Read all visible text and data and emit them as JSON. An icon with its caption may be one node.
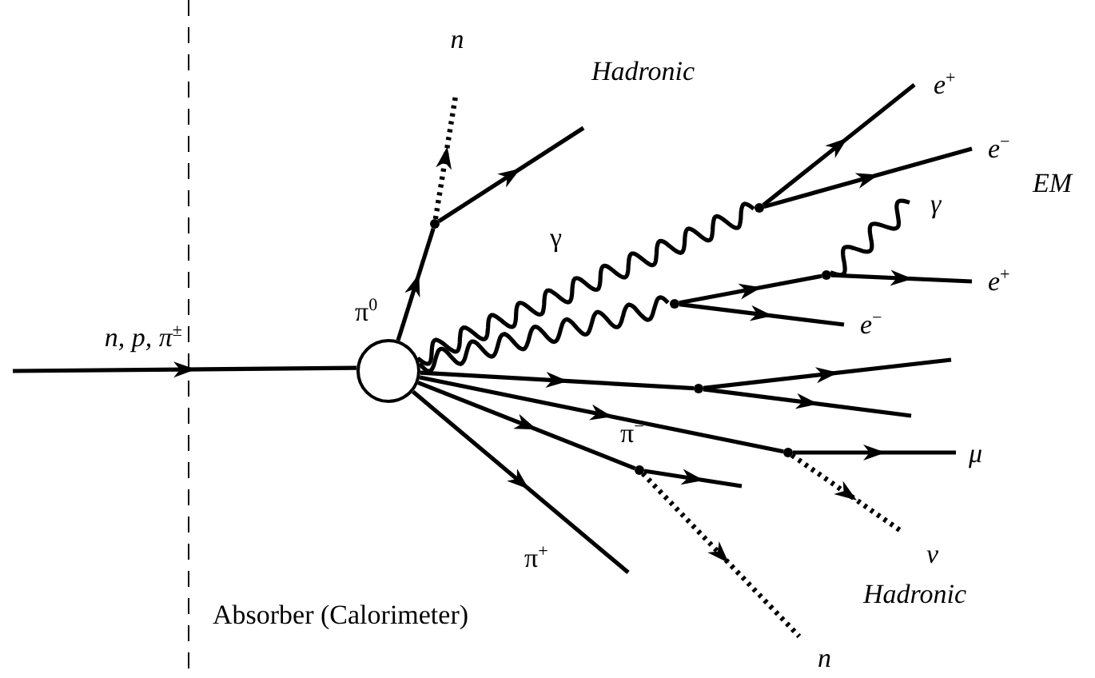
{
  "diagram": {
    "nodes": [
      {
        "text": [
          "n, p, π$^{±}$"
        ]
      },
      {
        "text": [],
        "shape": "circle"
      },
      {
        "text": [
          "n"
        ]
      },
      {
        "text": [
          "e$^{+}$"
        ]
      },
      {
        "text": [
          "e$^{−}$"
        ]
      },
      {
        "text": [
          "γ"
        ]
      },
      {
        "text": [
          "e$^{+}$"
        ]
      },
      {
        "text": [
          "e$^{−}$"
        ]
      },
      {
        "text": [
          "μ"
        ]
      },
      {
        "text": [
          "ν"
        ]
      },
      {
        "text": [
          "n"
        ]
      },
      {
        "text": [],
        "shape": "dot"
      },
      {
        "text": [],
        "shape": "dot"
      },
      {
        "text": [],
        "shape": "dot"
      },
      {
        "text": [],
        "shape": "dot"
      },
      {
        "text": [],
        "shape": "dot"
      },
      {
        "text": [],
        "shape": "dot"
      },
      {
        "text": [],
        "shape": "dot"
      }
    ],
    "edges": [
      {
        "from": 0,
        "to": 1,
        "arrow": "to"
      },
      {
        "from": 1,
        "to": 11,
        "arrow": "to",
        "label": "π$^{0}$"
      },
      {
        "from": 11,
        "to": 2,
        "arrow": "to",
        "style": "dashed"
      },
      {
        "from": 11,
        "to": null,
        "arrow": "to"
      },
      {
        "from": 1,
        "to": 15,
        "arrow": "none",
        "label": "γ"
      },
      {
        "from": 1,
        "to": 13,
        "arrow": "none"
      },
      {
        "from": 15,
        "to": 3,
        "arrow": "to"
      },
      {
        "from": 15,
        "to": 4,
        "arrow": "to"
      },
      {
        "from": 13,
        "to": 17,
        "arrow": "to"
      },
      {
        "from": 17,
        "to": 5,
        "arrow": "none"
      },
      {
        "from": 17,
        "to": 6,
        "arrow": "to"
      },
      {
        "from": 13,
        "to": 7,
        "arrow": "to"
      },
      {
        "from": 1,
        "to": 14,
        "arrow": "to"
      },
      {
        "from": 14,
        "to": null,
        "arrow": "to"
      },
      {
        "from": 14,
        "to": null,
        "arrow": "to"
      },
      {
        "from": 1,
        "to": 16,
        "arrow": "to"
      },
      {
        "from": 16,
        "to": 8,
        "arrow": "to"
      },
      {
        "from": 16,
        "to": 9,
        "arrow": "to",
        "style": "dashed"
      },
      {
        "from": 1,
        "to": 12,
        "arrow": "to",
        "label": "π$^{−}$"
      },
      {
        "from": 12,
        "to": null,
        "arrow": "to"
      },
      {
        "from": 12,
        "to": 10,
        "arrow": "to",
        "style": "dashed"
      },
      {
        "from": 1,
        "to": null,
        "arrow": "to",
        "label": "π$^{+}$"
      }
    ],
    "labels": [
      "Hadronic",
      "EM",
      "Hadronic",
      "Absorber (Calorimeter)"
    ]
  }
}
